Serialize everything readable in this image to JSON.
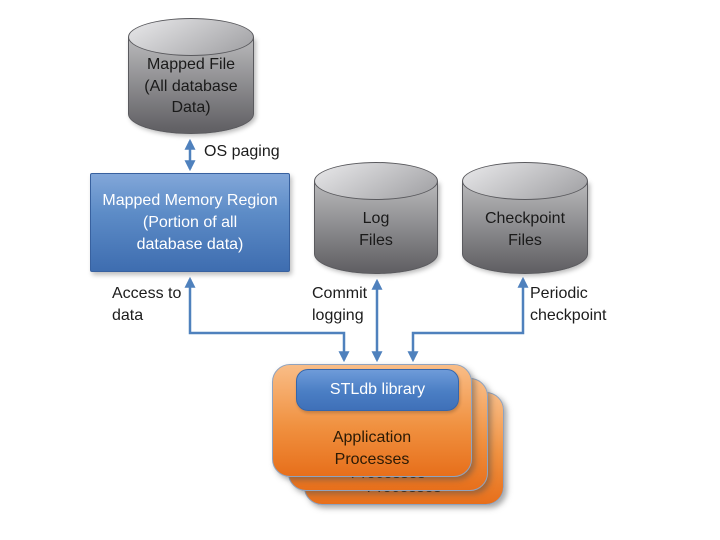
{
  "diagram": {
    "background": "#ffffff",
    "colors": {
      "arrow": "#4f81bd",
      "cylinder_top": "#c9c9cb",
      "cylinder_body_top": "#b4b4b6",
      "cylinder_body_bottom": "#626165",
      "blue_box_top": "#82a7d9",
      "blue_box_bottom": "#3e6db0",
      "orange_card_top": "#f9bd87",
      "orange_card_bottom": "#e76f1b",
      "label_text": "#1c1c1c",
      "box_text": "#ffffff"
    },
    "nodes": {
      "mapped_file": {
        "lines": [
          "Mapped File",
          "(All database",
          "Data)"
        ]
      },
      "mapped_memory": {
        "lines": [
          "Mapped Memory Region",
          "(Portion of all",
          "database data)"
        ]
      },
      "log_files": {
        "lines": [
          "Log",
          "Files"
        ]
      },
      "checkpoint_files": {
        "lines": [
          "Checkpoint",
          "Files"
        ]
      },
      "stldb_library": {
        "label": "STLdb library"
      },
      "application_processes": {
        "lines": [
          "Application",
          "Processes"
        ]
      }
    },
    "edge_labels": {
      "os_paging": "OS paging",
      "access": [
        "Access to",
        "data"
      ],
      "commit": [
        "Commit",
        "logging"
      ],
      "periodic": [
        "Periodic",
        "checkpoint"
      ]
    }
  }
}
